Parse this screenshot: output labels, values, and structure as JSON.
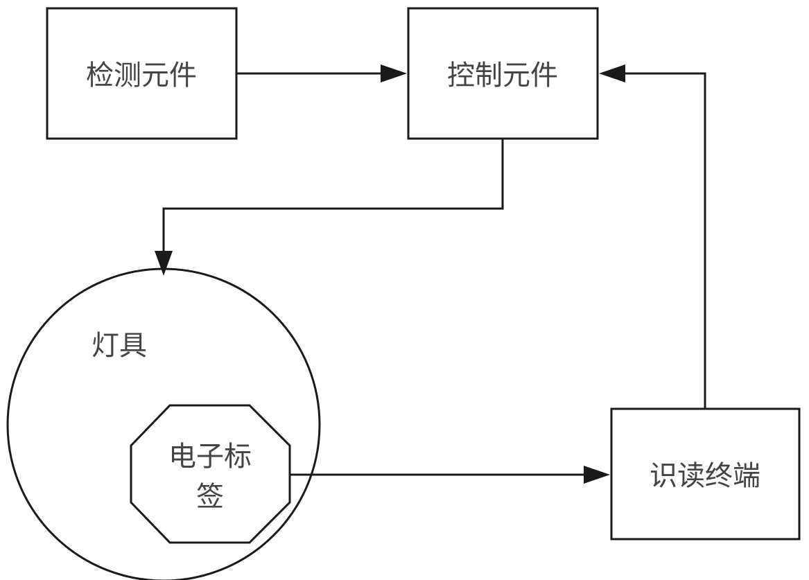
{
  "diagram": {
    "nodes": {
      "detection": {
        "label": "检测元件"
      },
      "control": {
        "label": "控制元件"
      },
      "lamp": {
        "label": "灯具"
      },
      "tag": {
        "line1": "电子标",
        "line2": "签"
      },
      "reader": {
        "label": "识读终端"
      }
    },
    "edges": [
      {
        "from": "detection",
        "to": "control"
      },
      {
        "from": "control",
        "to": "lamp"
      },
      {
        "from": "tag",
        "to": "reader"
      },
      {
        "from": "reader",
        "to": "control"
      }
    ]
  }
}
